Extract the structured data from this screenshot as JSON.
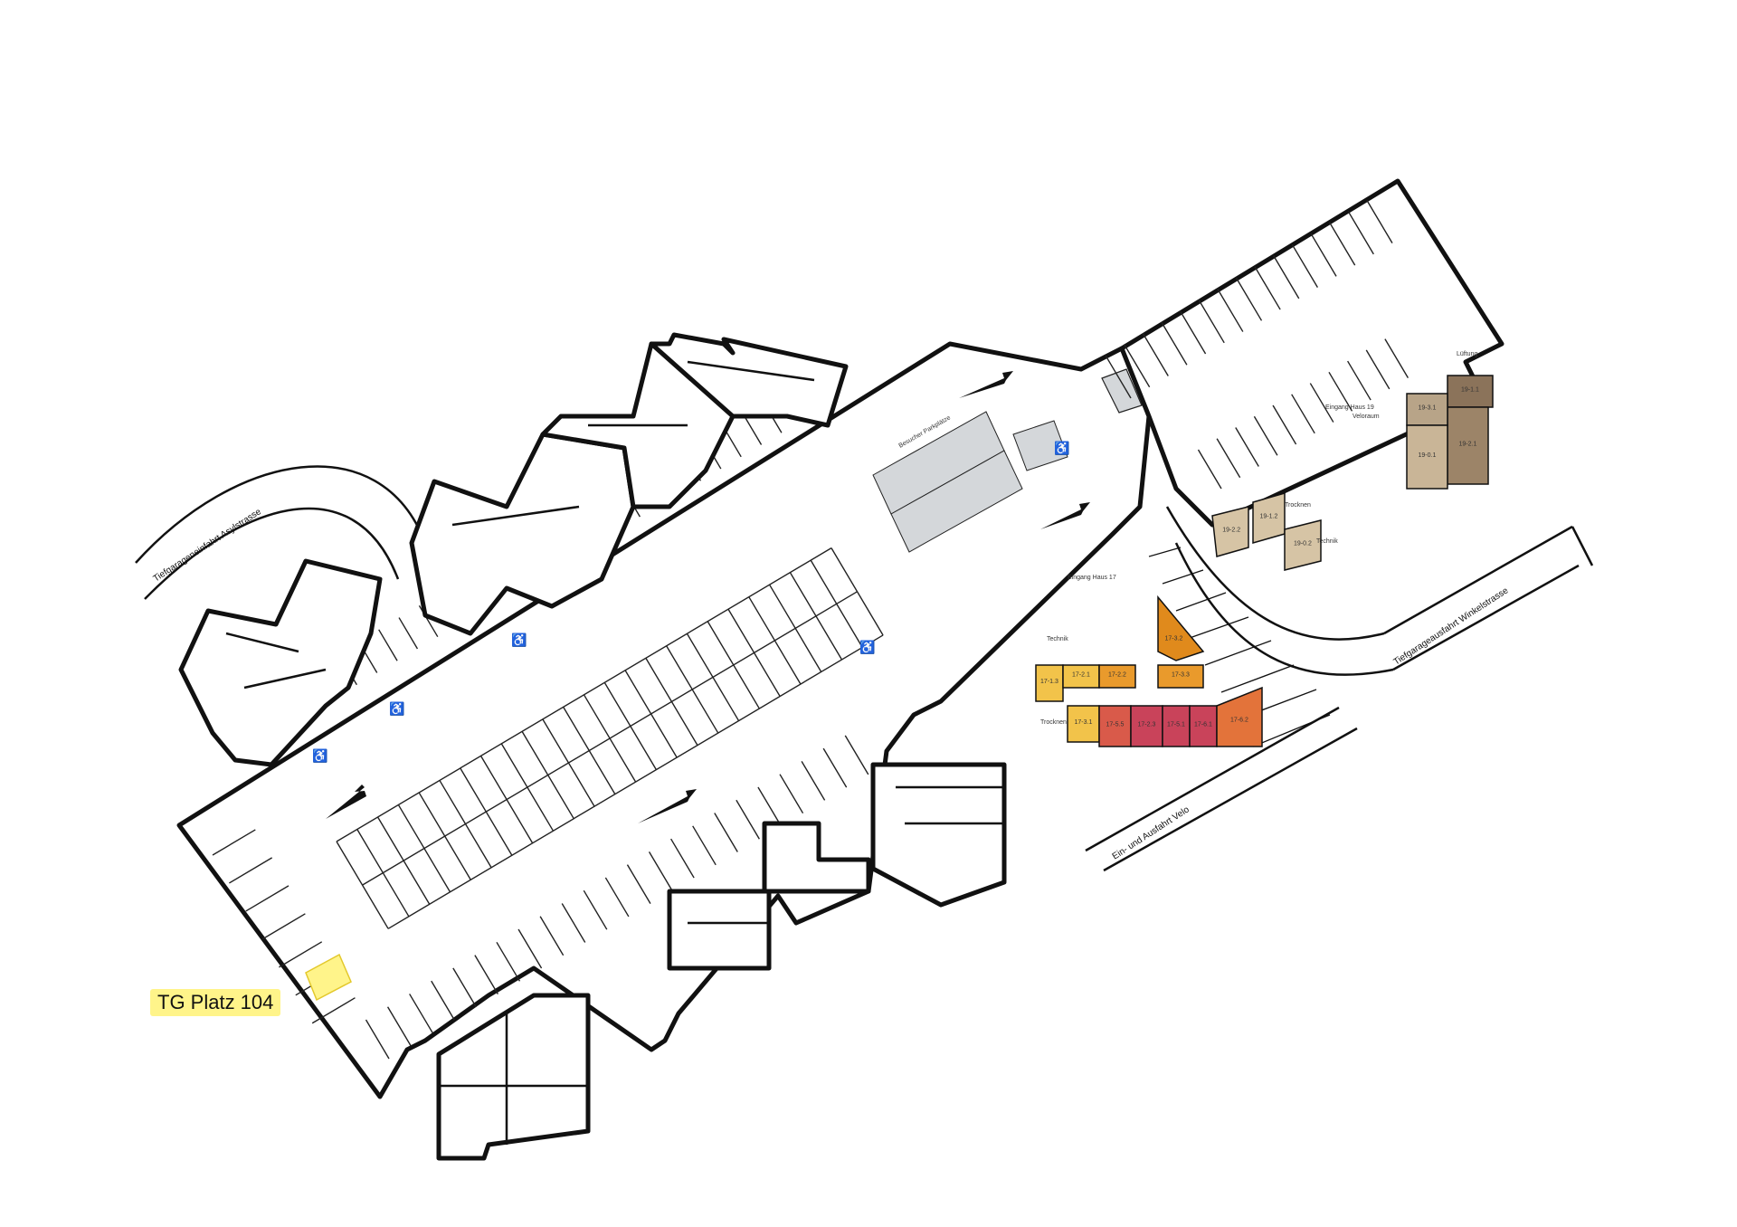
{
  "callout": {
    "label": "TG Platz 104"
  },
  "street_labels": {
    "entry_asylstrasse": "Tiefgarageneinfahrt Asylstrasse",
    "exit_winkelstrasse": "Tiefgarageausfahrt Winkelstrasse",
    "velo": "Ein- und Ausfahrt Velo"
  },
  "room_labels": {
    "entrance_17": "Eingang Haus 17",
    "entrance_19": "Eingang Haus 19",
    "visitor_parking": "Besucher Parkplätze",
    "technik_1": "Technik",
    "technik_2": "Technik",
    "trocknen_1": "Trocknen",
    "trocknen_2": "Trocknen",
    "veloraum": "Veloraum",
    "lueftung": "Lüftung"
  },
  "cellars_17": [
    {
      "id": "17-1.3",
      "color": "#f2c34a"
    },
    {
      "id": "17-2.1",
      "color": "#f2c34a"
    },
    {
      "id": "17-2.2",
      "color": "#e99a2c"
    },
    {
      "id": "17-3.2",
      "color": "#e08a1c"
    },
    {
      "id": "17-3.3",
      "color": "#e99a2c"
    },
    {
      "id": "17-3.1",
      "color": "#f2c34a"
    },
    {
      "id": "17-5.5",
      "color": "#d95a4a"
    },
    {
      "id": "17-2.3",
      "color": "#c9435a"
    },
    {
      "id": "17-5.1",
      "color": "#c9435a"
    },
    {
      "id": "17-6.1",
      "color": "#c9435a"
    },
    {
      "id": "17-6.2",
      "color": "#e3733a"
    }
  ],
  "cellars_19": [
    {
      "id": "19-1.1",
      "color": "#8b735a"
    },
    {
      "id": "19-2.1",
      "color": "#9c8468"
    },
    {
      "id": "19-3.1",
      "color": "#b8a488"
    },
    {
      "id": "19-0.1",
      "color": "#c9b597"
    },
    {
      "id": "19-2.2",
      "color": "#d6c4a5"
    },
    {
      "id": "19-1.2",
      "color": "#d6c4a5"
    },
    {
      "id": "19-0.2",
      "color": "#d6c4a5"
    }
  ],
  "colors": {
    "highlight": "#fff48a",
    "visitor_bay": "#d4d7da",
    "wall": "#111111"
  }
}
